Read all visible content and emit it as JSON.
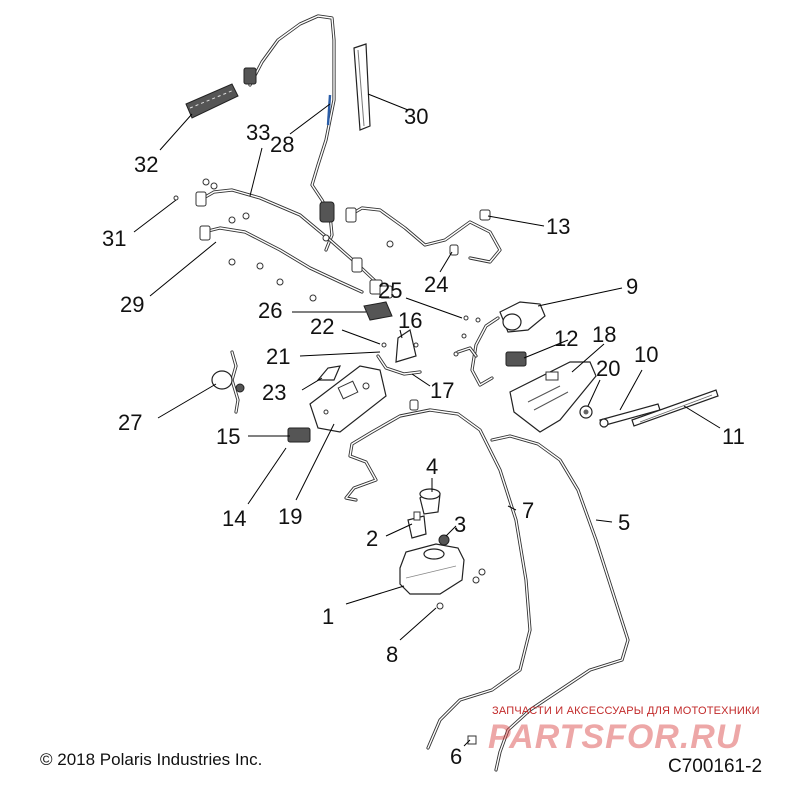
{
  "diagram": {
    "callouts": [
      {
        "id": "c1",
        "label": "1"
      },
      {
        "id": "c2",
        "label": "2"
      },
      {
        "id": "c3",
        "label": "3"
      },
      {
        "id": "c4",
        "label": "4"
      },
      {
        "id": "c5",
        "label": "5"
      },
      {
        "id": "c6",
        "label": "6"
      },
      {
        "id": "c7",
        "label": "7"
      },
      {
        "id": "c8",
        "label": "8"
      },
      {
        "id": "c9",
        "label": "9"
      },
      {
        "id": "c10",
        "label": "10"
      },
      {
        "id": "c11",
        "label": "11"
      },
      {
        "id": "c12",
        "label": "12"
      },
      {
        "id": "c13",
        "label": "13"
      },
      {
        "id": "c14",
        "label": "14"
      },
      {
        "id": "c15",
        "label": "15"
      },
      {
        "id": "c16",
        "label": "16"
      },
      {
        "id": "c17",
        "label": "17"
      },
      {
        "id": "c18",
        "label": "18"
      },
      {
        "id": "c19",
        "label": "19"
      },
      {
        "id": "c20",
        "label": "20"
      },
      {
        "id": "c21",
        "label": "21"
      },
      {
        "id": "c22",
        "label": "22"
      },
      {
        "id": "c23",
        "label": "23"
      },
      {
        "id": "c24",
        "label": "24"
      },
      {
        "id": "c25",
        "label": "25"
      },
      {
        "id": "c26",
        "label": "26"
      },
      {
        "id": "c27",
        "label": "27"
      },
      {
        "id": "c28",
        "label": "28"
      },
      {
        "id": "c29",
        "label": "29"
      },
      {
        "id": "c30",
        "label": "30"
      },
      {
        "id": "c31",
        "label": "31"
      },
      {
        "id": "c32",
        "label": "32"
      },
      {
        "id": "c33",
        "label": "33"
      }
    ]
  },
  "footer": {
    "copyright": "© 2018 Polaris Industries Inc.",
    "drawing_number": "C700161-2"
  },
  "watermark": {
    "tagline": "ЗАПЧАСТИ И АКСЕССУАРЫ ДЛЯ МОТОТЕХНИКИ",
    "logo_text": "PARTSFOR.RU"
  }
}
